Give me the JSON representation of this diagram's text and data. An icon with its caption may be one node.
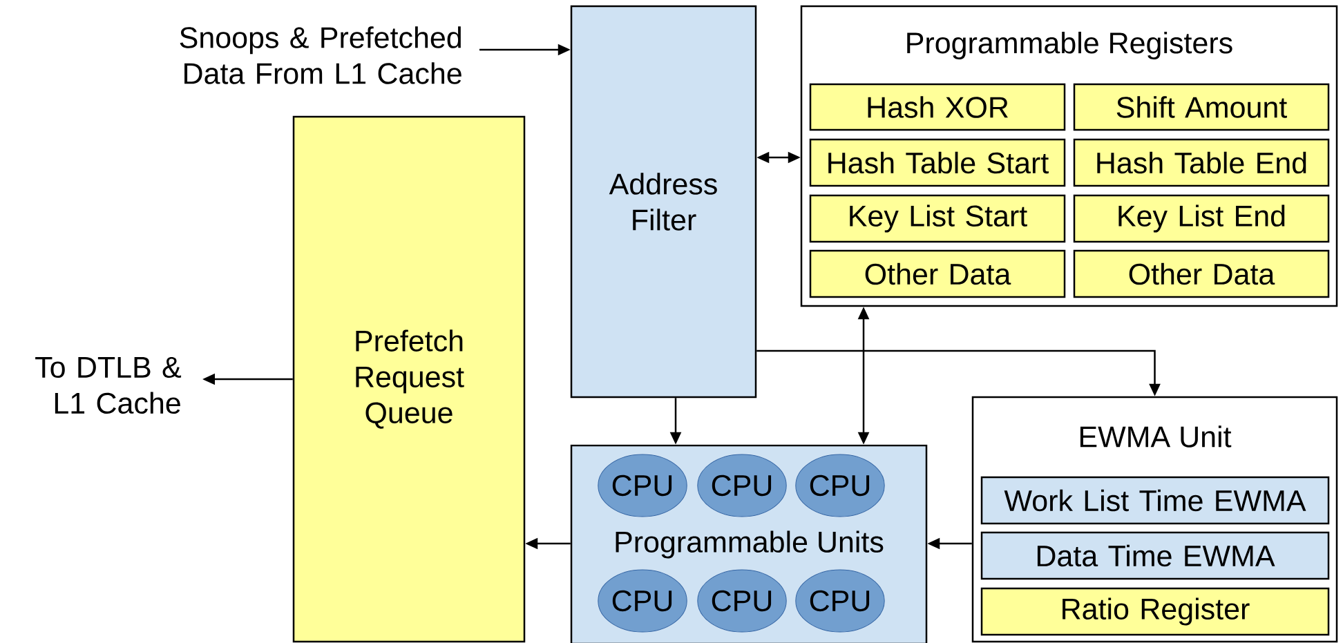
{
  "diagram": {
    "nodes": [
      {
        "text": [
          "Snoops & Prefetched Data From L1 Cache"
        ]
      },
      {
        "text": [
          "Address Filter"
        ]
      },
      {
        "text": [
          "Programmable Registers"
        ]
      },
      {
        "text": [
          "Hash XOR"
        ],
        "in": 2
      },
      {
        "text": [
          "Shift Amount"
        ],
        "in": 2
      },
      {
        "text": [
          "Hash Table Start"
        ],
        "in": 2
      },
      {
        "text": [
          "Hash Table End"
        ],
        "in": 2
      },
      {
        "text": [
          "Key List Start"
        ],
        "in": 2
      },
      {
        "text": [
          "Key List End"
        ],
        "in": 2
      },
      {
        "text": [
          "Other Data"
        ],
        "in": 2
      },
      {
        "text": [
          "Other Data"
        ],
        "in": 2
      },
      {
        "text": [
          "Prefetch Request Queue"
        ]
      },
      {
        "text": [
          "To DTLB & L1 Cache"
        ]
      },
      {
        "text": [
          "Programmable Units"
        ]
      },
      {
        "text": [
          "CPU"
        ],
        "in": 13
      },
      {
        "text": [
          "CPU"
        ],
        "in": 13
      },
      {
        "text": [
          "CPU"
        ],
        "in": 13
      },
      {
        "text": [
          "CPU"
        ],
        "in": 13
      },
      {
        "text": [
          "CPU"
        ],
        "in": 13
      },
      {
        "text": [
          "CPU"
        ],
        "in": 13
      },
      {
        "text": [
          "EWMA Unit"
        ]
      },
      {
        "text": [
          "Work List Time EWMA"
        ],
        "in": 20
      },
      {
        "text": [
          "Data Time EWMA"
        ],
        "in": 20
      },
      {
        "text": [
          "Ratio Register"
        ],
        "in": 20
      }
    ],
    "edges": [
      {
        "from": 0,
        "to": 1,
        "arrow": "to"
      },
      {
        "from": 1,
        "to": 2,
        "arrow": "both"
      },
      {
        "from": 2,
        "to": 13,
        "arrow": "both"
      },
      {
        "from": 1,
        "to": 13,
        "arrow": "to"
      },
      {
        "from": 1,
        "to": 20,
        "arrow": "to"
      },
      {
        "from": 20,
        "to": 13,
        "arrow": "to"
      },
      {
        "from": 13,
        "to": 11,
        "arrow": "to"
      },
      {
        "from": 11,
        "to": 12,
        "arrow": "to"
      }
    ]
  }
}
